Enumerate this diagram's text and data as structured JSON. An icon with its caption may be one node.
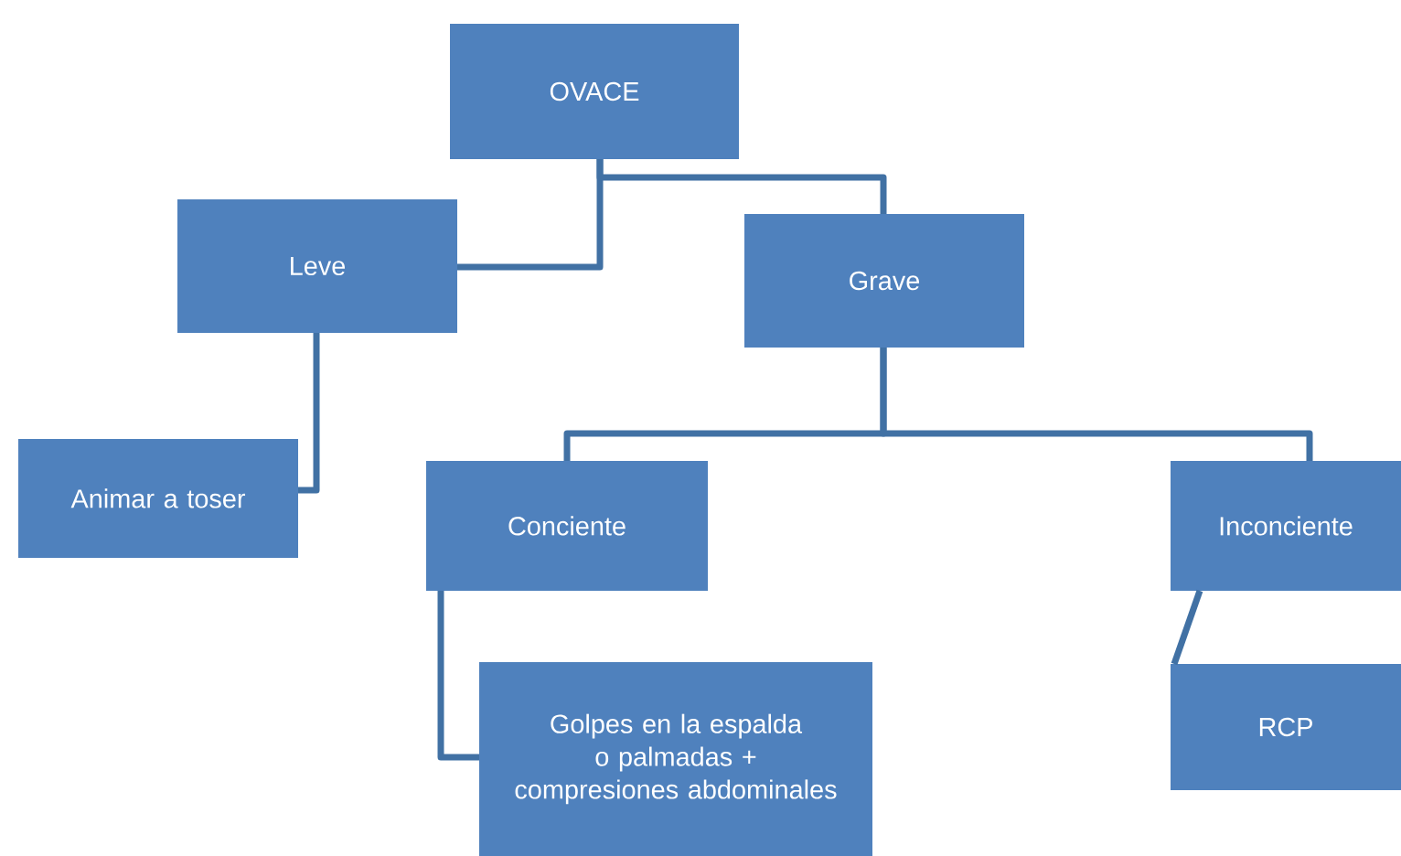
{
  "diagram": {
    "nodes": [
      {
        "text": [
          "OVACE"
        ]
      },
      {
        "text": [
          "Leve"
        ]
      },
      {
        "text": [
          "Grave"
        ]
      },
      {
        "text": [
          "Animar a toser"
        ]
      },
      {
        "text": [
          "Conciente"
        ]
      },
      {
        "text": [
          "Inconciente"
        ]
      },
      {
        "text": [
          "Golpes en la espalda o palmadas + compresiones abdominales"
        ]
      },
      {
        "text": [
          "RCP"
        ]
      }
    ],
    "edges": [
      {
        "from": 0,
        "to": 1,
        "arrow": "none"
      },
      {
        "from": 0,
        "to": 2,
        "arrow": "none"
      },
      {
        "from": 1,
        "to": 3,
        "arrow": "none"
      },
      {
        "from": 2,
        "to": 4,
        "arrow": "none"
      },
      {
        "from": 2,
        "to": 5,
        "arrow": "none"
      },
      {
        "from": 4,
        "to": 6,
        "arrow": "none"
      },
      {
        "from": 5,
        "to": 7,
        "arrow": "none"
      }
    ]
  }
}
